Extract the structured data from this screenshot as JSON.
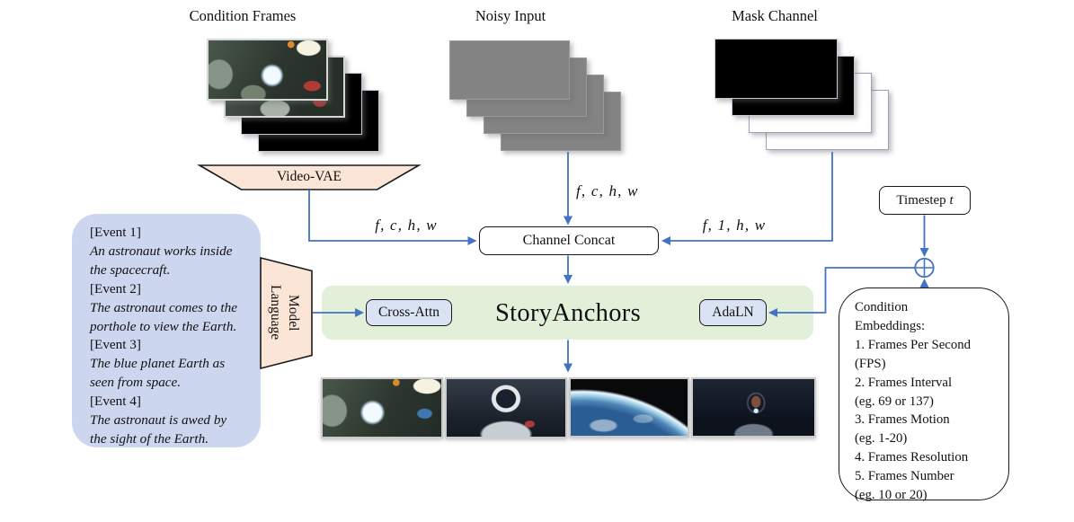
{
  "colors": {
    "arrow_blue": "#4472c4",
    "green_panel": "#e2f0d9",
    "peach_trapezoid": "#fbe5d6",
    "lavender_box": "#dae3f3",
    "event_panel_blue": "#ccd6ee",
    "noisy_gray": "#838383",
    "mask_black": "#000000",
    "mask_white": "#ffffff"
  },
  "top_labels": {
    "condition_frames": "Condition Frames",
    "noisy_input": "Noisy Input",
    "mask_channel": "Mask Channel"
  },
  "video_vae": {
    "label": "Video-VAE"
  },
  "language_model": {
    "line1": "Language",
    "line2": "Model"
  },
  "tensor_labels": {
    "vae_output": "f, c, h, w",
    "noisy_input": "f, c, h, w",
    "mask_channel": "f, 1, h, w"
  },
  "channel_concat": {
    "label": "Channel Concat"
  },
  "timestep": {
    "label": "Timestep",
    "variable": "t"
  },
  "story_block": {
    "cross_attn": "Cross-Attn",
    "title": "StoryAnchors",
    "adaln": "AdaLN"
  },
  "events": {
    "lines": [
      "[Event 1]",
      "An astronaut works inside",
      "the spacecraft.",
      "[Event 2]",
      "The astronaut comes to the",
      "porthole to view the Earth.",
      "[Event 3]",
      "The blue planet Earth as",
      "seen from space.",
      "[Event 4]",
      "The astronaut is awed by",
      "the sight of the Earth."
    ]
  },
  "condition_embeddings": {
    "lines": [
      "Condition",
      "Embeddings:",
      "1. Frames Per Second",
      "(FPS)",
      "2. Frames Interval",
      "(eg. 69 or 137)",
      "3. Frames Motion",
      "(eg. 1-20)",
      "4. Frames Resolution",
      "5. Frames Number",
      "(eg. 10 or 20)"
    ]
  }
}
